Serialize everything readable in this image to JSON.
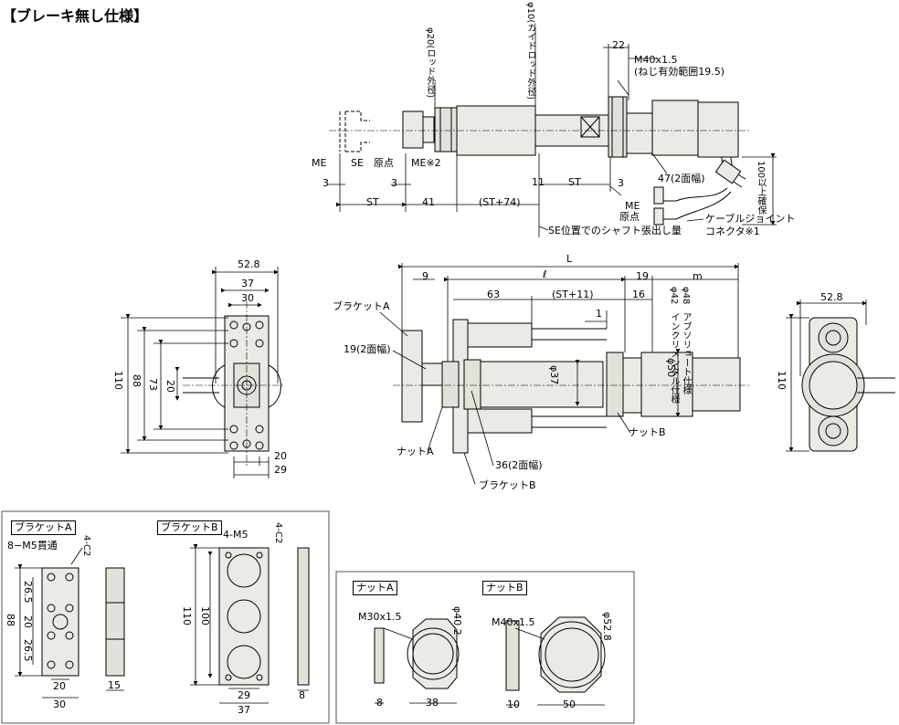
{
  "title": "【ブレーキ無し仕様】",
  "top_view": {
    "me": "ME",
    "se": "SE",
    "origin": "原点",
    "me_note": "ME※2",
    "d3a": "3",
    "d3b": "3",
    "d3c": "3",
    "st": "ST",
    "d41": "41",
    "st74": "(ST+74)",
    "d11": "11",
    "st2": "ST",
    "rod_dia": "φ20(ロッド外径)",
    "guide_dia": "φ10(ガイドロッド外径)",
    "d22": "22",
    "thread": "M40x1.5",
    "thread_note": "(ねじ有効範囲19.5)",
    "across47": "47(2面幅)",
    "bend": "100以上確保",
    "me_r": "ME",
    "origin_r": "原点",
    "se_note": "SE位置でのシャフト張出し量",
    "cable1": "ケーブルジョイント",
    "cable2": "コネクタ※1"
  },
  "side_view": {
    "w528": "52.8",
    "w37": "37",
    "w30": "30",
    "h110": "110",
    "h88": "88",
    "h73": "73",
    "h20a": "20",
    "b20": "20",
    "b29": "29"
  },
  "front_view": {
    "L": "L",
    "d9": "9",
    "ell": "ℓ",
    "d19": "19",
    "m": "m",
    "d63": "63",
    "st11": "(ST+11)",
    "d16": "16",
    "d1": "1",
    "phi42": "φ42",
    "phi48": "φ48",
    "inc": "インクリメンタル仕様",
    "abs": "アブソリュート仕様",
    "phi37": "φ37",
    "phi50": "φ50",
    "bracket_a": "ブラケットA",
    "across19": "19(2面幅)",
    "nut_a": "ナットA",
    "across36": "36(2面幅)",
    "bracket_b": "ブラケットB",
    "nut_b": "ナットB"
  },
  "end_view": {
    "w528": "52.8",
    "h110": "110"
  },
  "bracket_panel": {
    "a_title": "ブラケットA",
    "a_holes": "8−M5貫通",
    "a_ch": "4-C2",
    "a_h88": "88",
    "a_265a": "26.5",
    "a_20": "20",
    "a_265b": "26.5",
    "a_w20": "20",
    "a_w30": "30",
    "a_t15": "15",
    "b_title": "ブラケットB",
    "b_holes": "4-M5",
    "b_ch": "4-C2",
    "b_h110": "110",
    "b_h100": "100",
    "b_w29": "29",
    "b_w37": "37",
    "b_t8": "8"
  },
  "nut_panel": {
    "a_title": "ナットA",
    "a_thread": "M30x1.5",
    "a_phi": "φ40.2",
    "a_t": "8",
    "a_w": "38",
    "b_title": "ナットB",
    "b_thread": "M40x1.5",
    "b_phi": "φ52.8",
    "b_t": "10",
    "b_w": "50"
  }
}
